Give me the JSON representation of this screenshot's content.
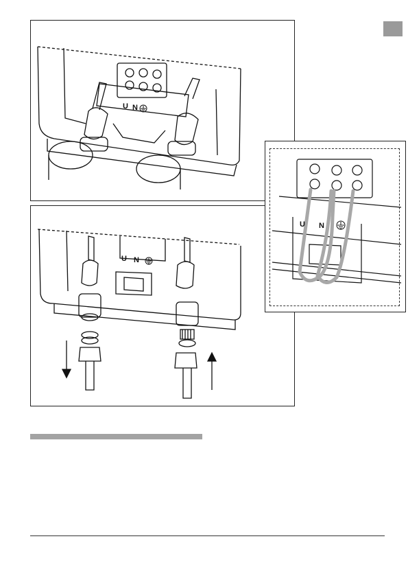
{
  "page": {
    "section_tab_color": "#9a9a9a",
    "heading_bar_color": "#a3a3a3"
  },
  "figure_top": {
    "terminal_labels": {
      "live": "U",
      "neutral": "N"
    },
    "earth_symbol": "earth-icon"
  },
  "figure_bottom": {
    "terminal_labels": {
      "live": "U",
      "neutral": "N"
    },
    "earth_symbol": "earth-icon",
    "arrows": [
      "arrow-down-icon",
      "arrow-up-icon"
    ]
  },
  "figure_detail": {
    "terminal_labels": {
      "live": "U",
      "neutral": "N"
    },
    "earth_symbol": "earth-icon",
    "wire_color": "#a8a8a8"
  }
}
